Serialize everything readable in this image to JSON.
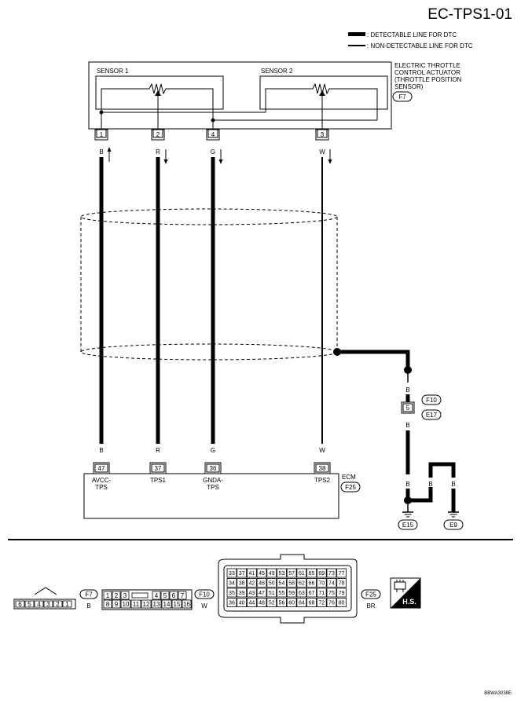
{
  "title": "EC-TPS1-01",
  "legend": {
    "detectable": ": DETECTABLE LINE FOR DTC",
    "non_detectable": ": NON-DETECTABLE LINE FOR DTC"
  },
  "actuator": {
    "name_lines": [
      "ELECTRIC THROTTLE",
      "CONTROL ACTUATOR",
      "(THROTTLE POSITION",
      "SENSOR)"
    ],
    "connector": "F7",
    "sensor1": "SENSOR 1",
    "sensor2": "SENSOR 2",
    "pins": [
      "1",
      "2",
      "4",
      "3"
    ],
    "wire_colors": [
      "B",
      "R",
      "G",
      "W"
    ]
  },
  "ecm": {
    "name": "ECM",
    "connector": "F25",
    "pins": [
      "47",
      "37",
      "36",
      "38"
    ],
    "wire_colors": [
      "B",
      "R",
      "G",
      "W"
    ],
    "labels": [
      [
        "AVCC-",
        "TPS"
      ],
      [
        "TPS1"
      ],
      [
        "GNDA-",
        "TPS"
      ],
      [
        "TPS2"
      ]
    ]
  },
  "shield": {
    "wire_color_1": "B",
    "joint_connectors": [
      "F10",
      "E17"
    ],
    "joint_pin": "5",
    "wire_color_2": "B",
    "ground_wire_colors": [
      "B",
      "B",
      "B"
    ],
    "grounds": [
      "E15",
      "E9"
    ]
  },
  "connector_views": {
    "f7": {
      "id": "F7",
      "color": "B",
      "pins": [
        "6",
        "5",
        "4",
        "3",
        "2",
        "1"
      ]
    },
    "f10": {
      "id": "F10",
      "color": "W",
      "row1": [
        "1",
        "2",
        "3",
        "4",
        "5",
        "6",
        "7"
      ],
      "row2": [
        "8",
        "9",
        "10",
        "11",
        "12",
        "13",
        "14",
        "15",
        "16"
      ]
    },
    "f25": {
      "id": "F25",
      "color": "BR",
      "rows": [
        [
          "33",
          "37",
          "41",
          "45",
          "49",
          "53",
          "57",
          "61",
          "65",
          "69",
          "73",
          "77"
        ],
        [
          "34",
          "38",
          "42",
          "46",
          "50",
          "54",
          "58",
          "62",
          "66",
          "70",
          "74",
          "78"
        ],
        [
          "35",
          "39",
          "43",
          "47",
          "51",
          "55",
          "59",
          "63",
          "67",
          "71",
          "75",
          "79"
        ],
        [
          "36",
          "40",
          "44",
          "48",
          "52",
          "56",
          "60",
          "64",
          "68",
          "72",
          "76",
          "80"
        ]
      ]
    },
    "hs_label": "H.S."
  },
  "code": "BBWA3038E"
}
